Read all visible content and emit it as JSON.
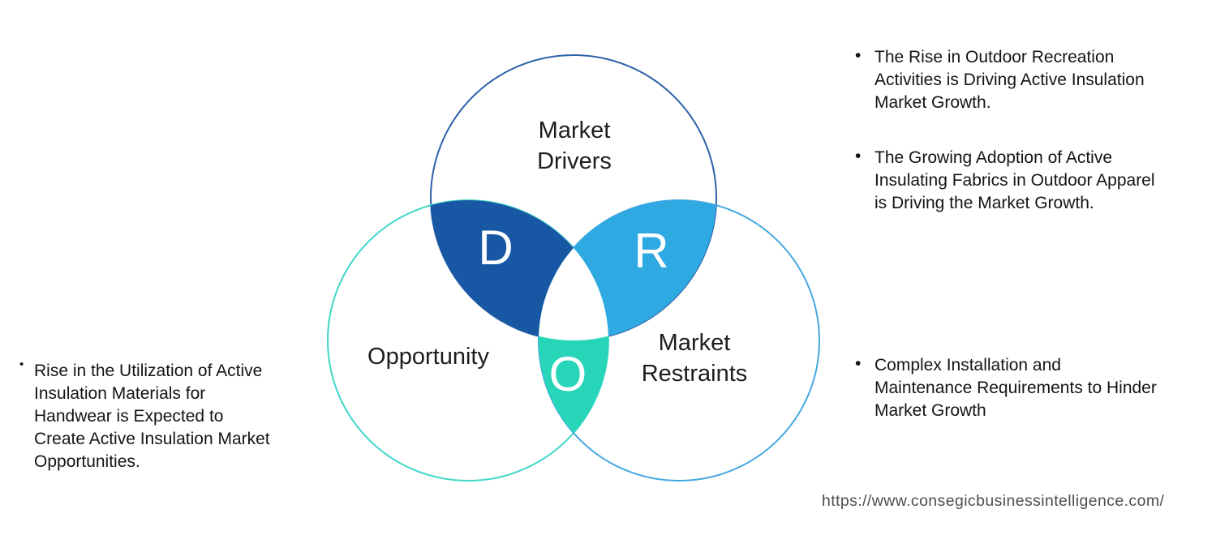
{
  "palette": {
    "background": "#ffffff",
    "center_overlap_fill": "#ffffff",
    "letter_color": "#ffffff",
    "note_text_color": "#141414",
    "label_text_color": "#1d1d1d",
    "url_color": "#4d4d4d"
  },
  "venn": {
    "drivers": {
      "label_line1": "Market",
      "label_line2": "Drivers",
      "stroke": "#2c61a9",
      "region_letter": "D",
      "region_fill": "#1757a3"
    },
    "opportunity": {
      "label": "Opportunity",
      "stroke": "#3fd7c7",
      "region_letter": "O",
      "region_fill": "#27d5b8"
    },
    "restraints": {
      "label_line1": "Market",
      "label_line2": "Restraints",
      "stroke": "#45a8e0",
      "region_letter": "R",
      "region_fill": "#2fa9e2"
    }
  },
  "left_note": {
    "bullet": "•",
    "lines": [
      "Rise in the Utilization of Active",
      "Insulation Materials for",
      "Handwear is Expected to",
      "Create Active Insulation Market",
      "Opportunities."
    ]
  },
  "right_notes": [
    {
      "bullet": "•",
      "lines": [
        "The Rise in Outdoor Recreation",
        "Activities is Driving Active Insulation",
        "Market Growth."
      ]
    },
    {
      "bullet": "•",
      "lines": [
        "The Growing Adoption of Active",
        "Insulating Fabrics in Outdoor Apparel",
        "is Driving the Market Growth."
      ]
    },
    {
      "bullet": "•",
      "lines": [
        "Complex Installation and",
        "Maintenance Requirements to Hinder",
        "Market Growth"
      ]
    }
  ],
  "footer": {
    "url": "https://www.consegicbusinessintelligence.com/"
  }
}
